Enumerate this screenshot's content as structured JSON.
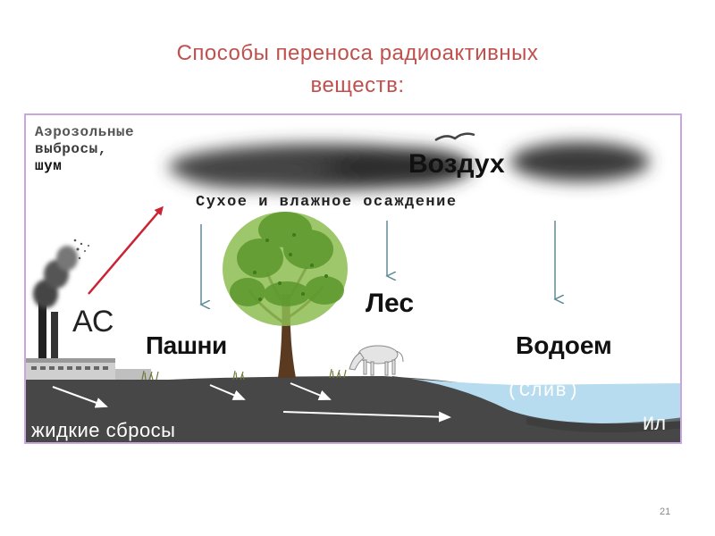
{
  "slide": {
    "title_line1": "Способы переноса радиоактивных",
    "title_line2": "веществ:",
    "page_number": "21"
  },
  "diagram": {
    "aerosol_line1": "Аэрозольные",
    "aerosol_line2": "выбросы,",
    "aerosol_line3": "шум",
    "air": "Воздух",
    "deposition": "Сухое и влажное осаждение",
    "plant": "АС",
    "fields": "Пашни",
    "forest": "Лес",
    "water_body": "Водоем",
    "drain": "(Слив)",
    "liquid_discharge": "жидкие сбросы",
    "silt": "Ил"
  },
  "colors": {
    "title": "#c0504d",
    "frame_border": "#c9a6dd",
    "emission_arrow": "#cc2233",
    "deposition_arrow": "#5f8a96",
    "ground": "#474747",
    "water": "#b8dcef"
  }
}
